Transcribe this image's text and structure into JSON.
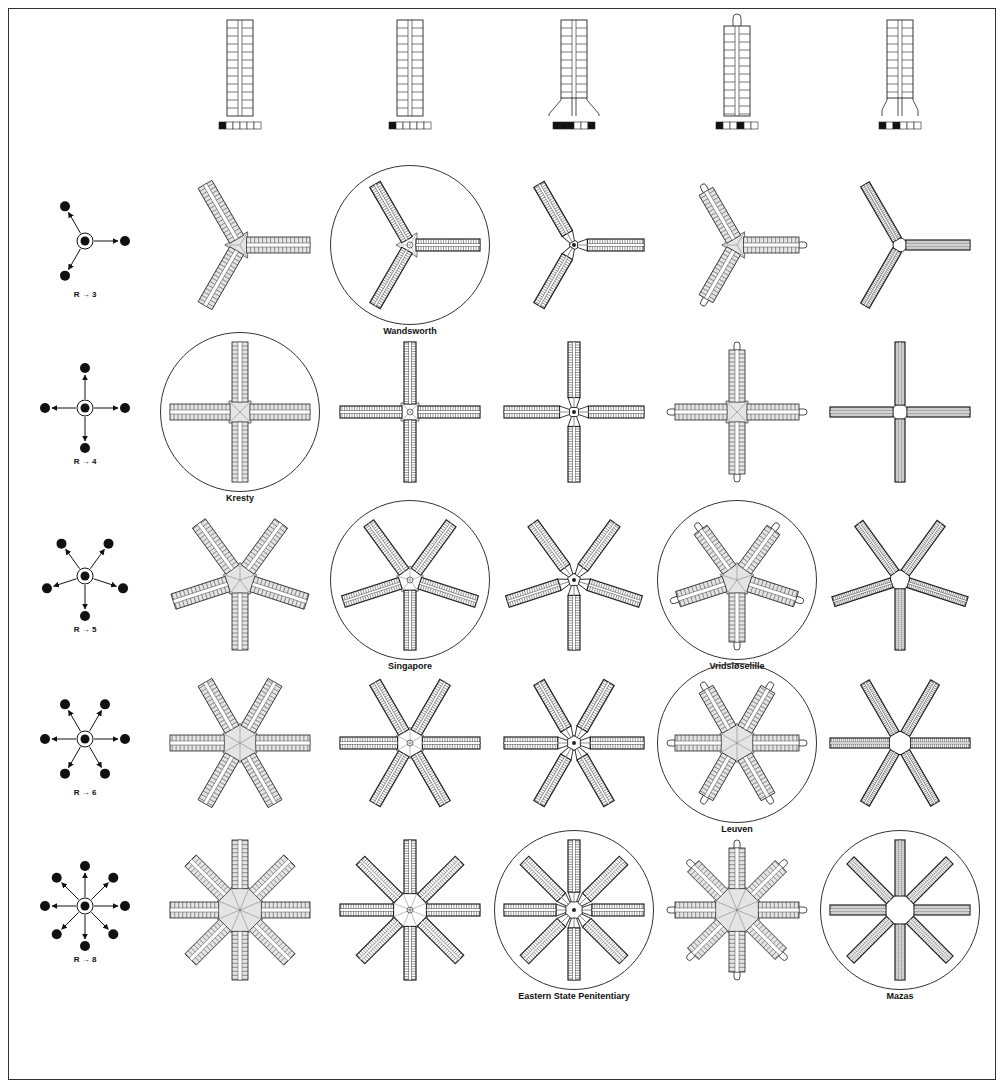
{
  "diagram": {
    "nodes": [
      {
        "text": [
          "Wandsworth"
        ]
      },
      {
        "text": [
          "Kresty"
        ]
      },
      {
        "text": [
          "Singapore"
        ]
      },
      {
        "text": [
          "Vridsløselille"
        ]
      },
      {
        "text": [
          "Leuven"
        ]
      },
      {
        "text": [
          "Eastern State Penitentiary"
        ]
      },
      {
        "text": [
          "Mazas"
        ]
      }
    ],
    "labels": [
      "R → 3",
      "R → 4",
      "R → 5",
      "R → 6",
      "R → 8"
    ]
  }
}
